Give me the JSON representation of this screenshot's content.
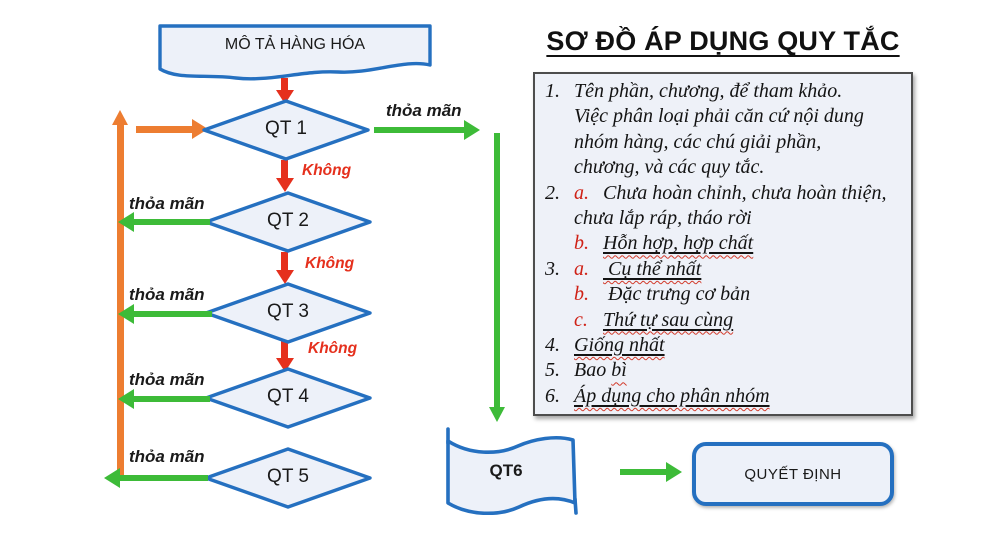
{
  "title": "SƠ ĐỒ ÁP DỤNG QUY TẮC",
  "flowchart": {
    "start": "MÔ TẢ HÀNG HÓA",
    "decisions": [
      {
        "label": "QT 1"
      },
      {
        "label": "QT 2"
      },
      {
        "label": "QT 3"
      },
      {
        "label": "QT 4"
      },
      {
        "label": "QT 5"
      }
    ],
    "yes_label": "thỏa mãn",
    "no_label": "Không",
    "qt6": "QT6",
    "end": "QUYẾT ĐỊNH"
  },
  "rules_panel": {
    "lines": [
      {
        "num": "1.",
        "let": "",
        "cont": false,
        "segs": [
          {
            "t": "Tên phần, chương, để tham khảo.",
            "s": ""
          }
        ]
      },
      {
        "num": "",
        "let": "",
        "cont": true,
        "segs": [
          {
            "t": "Việc phân loại phải căn cứ nội dung",
            "s": ""
          }
        ]
      },
      {
        "num": "",
        "let": "",
        "cont": true,
        "segs": [
          {
            "t": "nhóm hàng, các chú giải phần,",
            "s": ""
          }
        ]
      },
      {
        "num": "",
        "let": "",
        "cont": true,
        "segs": [
          {
            "t": "chương, và các quy tắc.",
            "s": ""
          }
        ]
      },
      {
        "num": "2.",
        "let": "a.",
        "cont": false,
        "segs": [
          {
            "t": "Chưa hoàn chỉnh, chưa hoàn thiện,",
            "s": ""
          }
        ]
      },
      {
        "num": "",
        "let": "",
        "cont": true,
        "segs": [
          {
            "t": "chưa lắp ráp, tháo rời",
            "s": ""
          }
        ]
      },
      {
        "num": "",
        "let": "b.",
        "cont": false,
        "segs": [
          {
            "t": "Hỗn hợp, hợp chất",
            "s": "u"
          }
        ]
      },
      {
        "num": "3.",
        "let": "a.",
        "cont": false,
        "segs": [
          {
            "t": " Cụ thể nhất",
            "s": "u"
          }
        ]
      },
      {
        "num": "",
        "let": "b.",
        "cont": false,
        "segs": [
          {
            "t": " Đặc trưng cơ bản",
            "s": ""
          }
        ]
      },
      {
        "num": "",
        "let": "c.",
        "cont": false,
        "segs": [
          {
            "t": "Thứ tự sau cùng",
            "s": "u"
          }
        ]
      },
      {
        "num": "4.",
        "let": "",
        "cont": false,
        "segs": [
          {
            "t": "Giống nhất",
            "s": "u"
          }
        ]
      },
      {
        "num": "5.",
        "let": "",
        "cont": false,
        "segs": [
          {
            "t": "Bao ",
            "s": ""
          },
          {
            "t": "bì",
            "s": "q"
          }
        ]
      },
      {
        "num": "6.",
        "let": "",
        "cont": false,
        "segs": [
          {
            "t": "Áp dụng cho phân nhóm",
            "s": "u"
          }
        ]
      }
    ]
  },
  "colors": {
    "blue": "#2570c0",
    "green": "#3dbb38",
    "orange": "#ed7d31",
    "red": "#e5301d",
    "red_text": "#cf2217",
    "shape_fill": "#edf1f9",
    "panel_bg": "#eef1f8",
    "panel_border": "#4d4d4d"
  }
}
